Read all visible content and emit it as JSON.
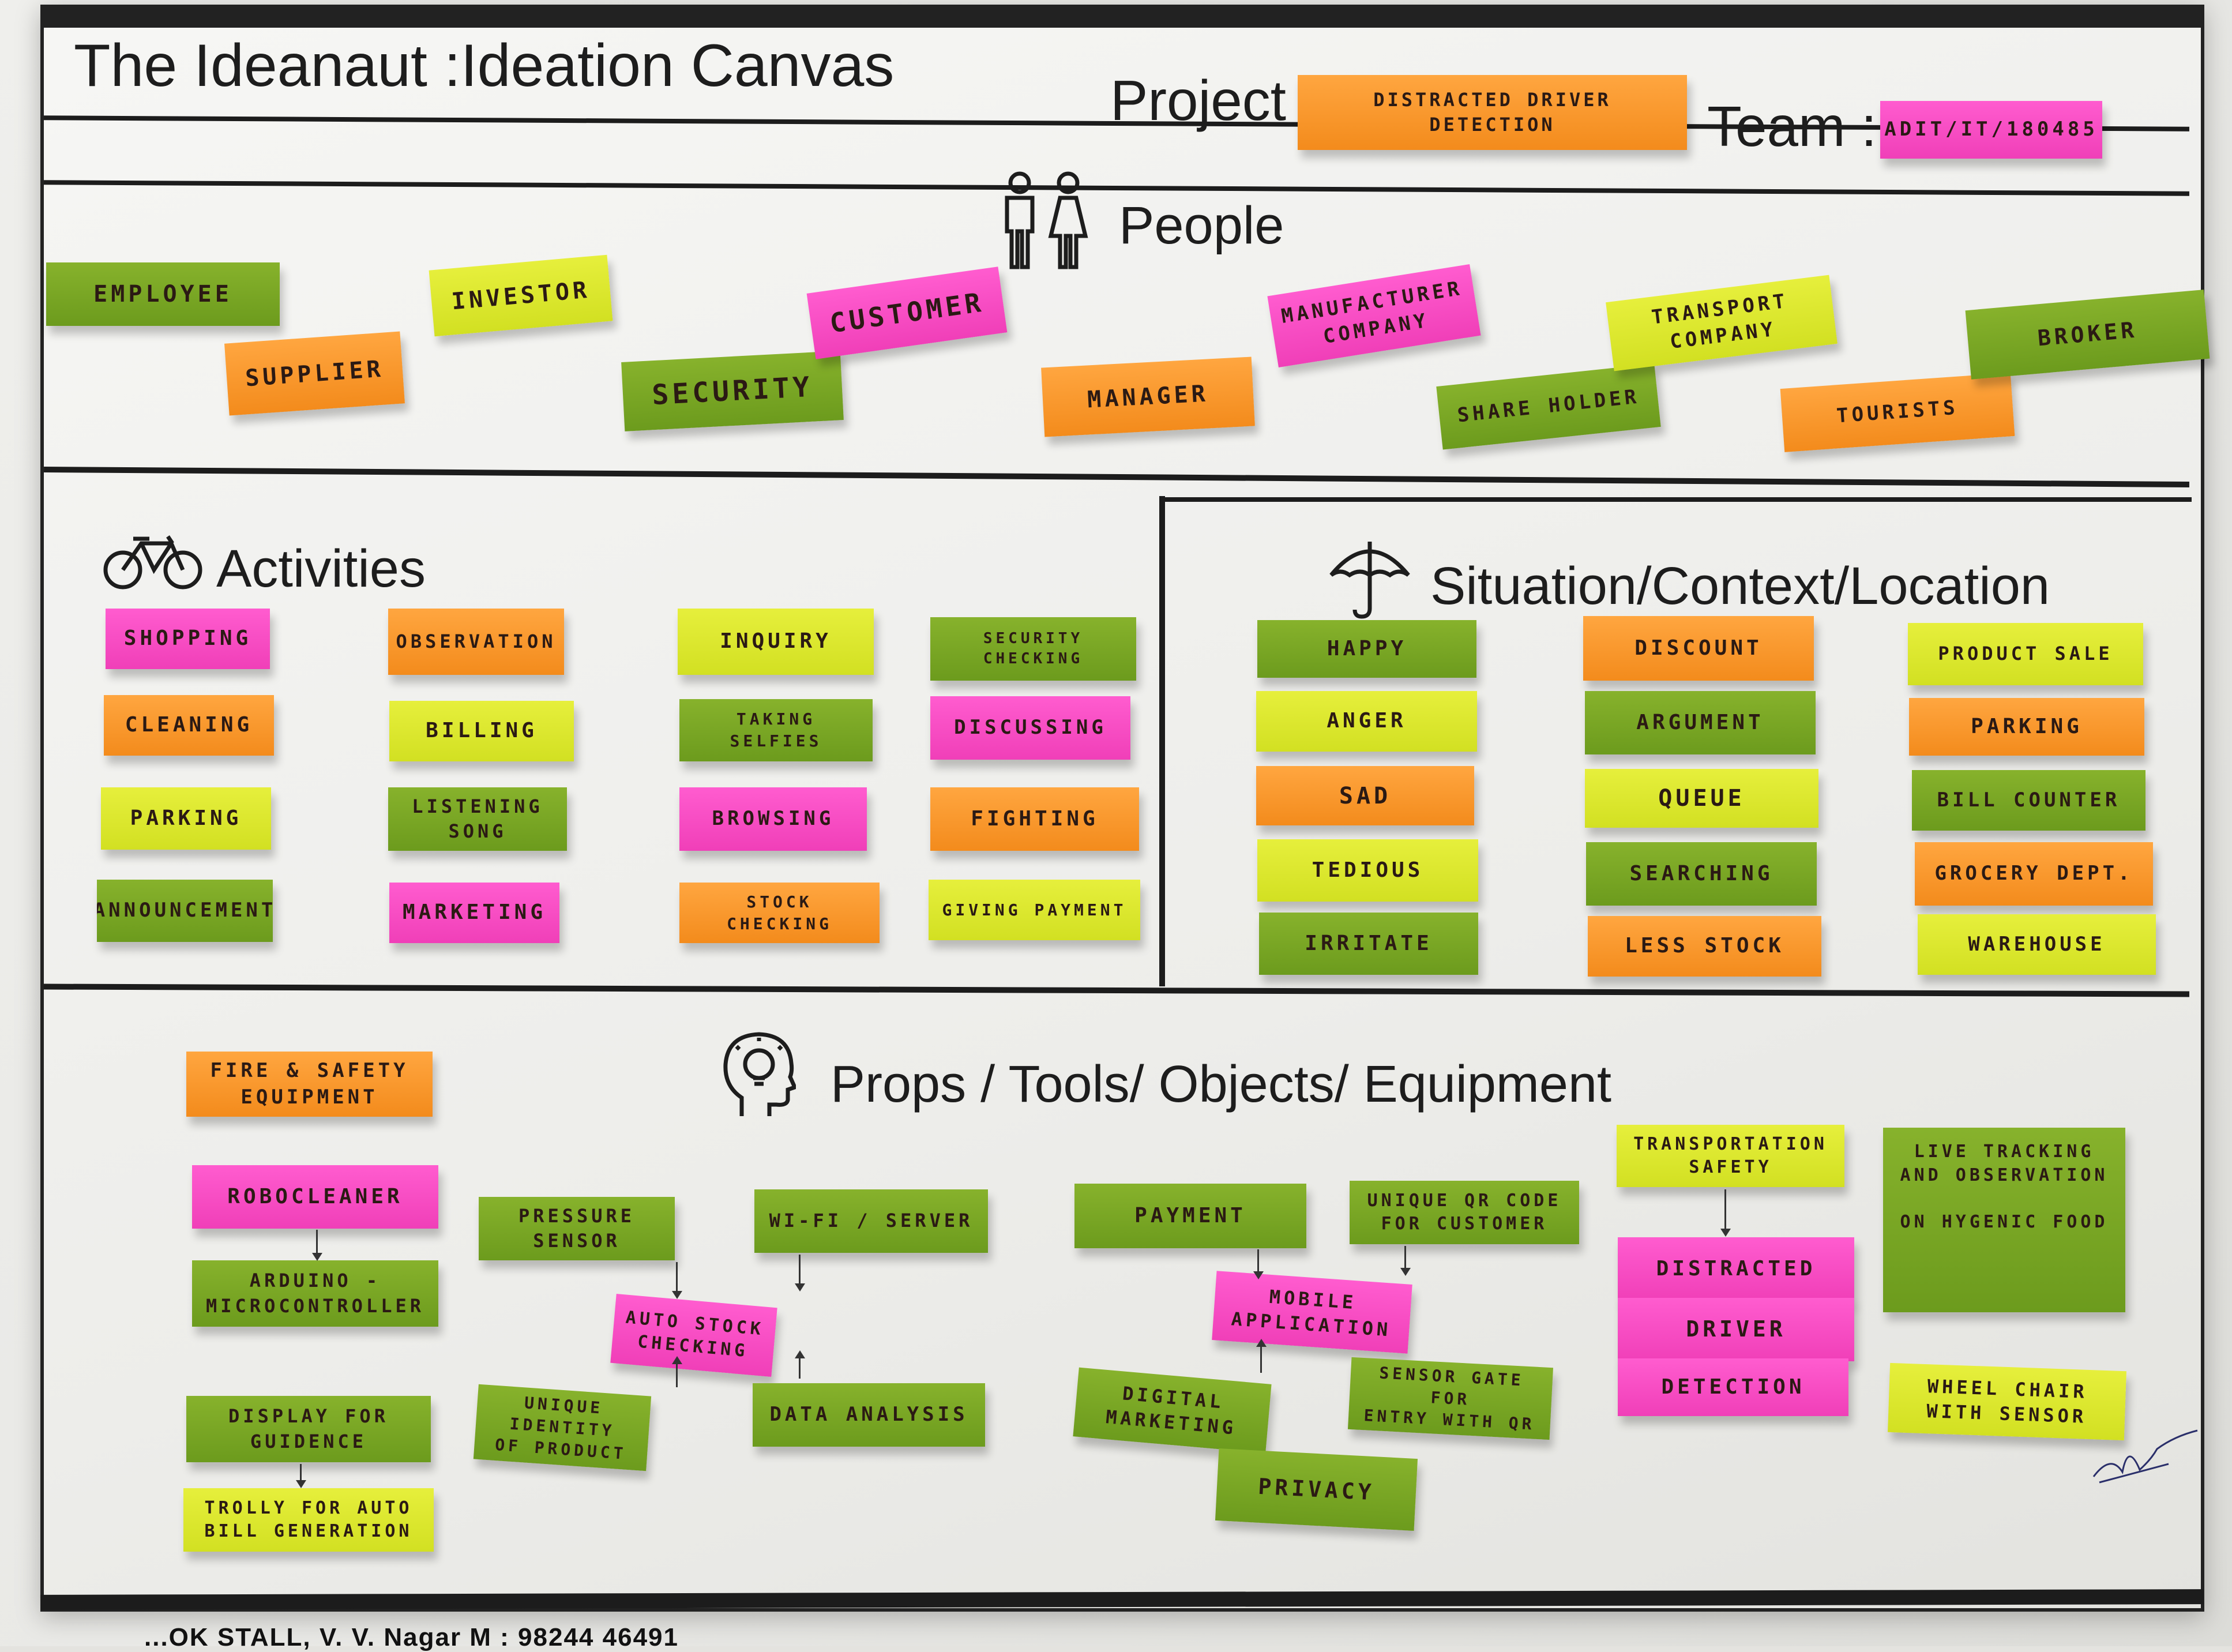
{
  "header": {
    "title": "The Ideanaut :Ideation Canvas",
    "project_label": "Project",
    "project_value": "DISTRACTED   DRIVER DETECTION",
    "team_label": "Team :",
    "team_value": "ADIT/IT/180485"
  },
  "people": {
    "title": "People",
    "icon": "people-icon",
    "notes": [
      "EMPLOYEE",
      "SUPPLIER",
      "INVESTOR",
      "SECURITY",
      "CUSTOMER",
      "MANAGER",
      "MANUFACTURER\nCOMPANY",
      "SHARE   HOLDER",
      "TRANSPORT\nCOMPANY",
      "TOURISTS",
      "BROKER"
    ]
  },
  "activities": {
    "title": "Activities",
    "icon": "bicycle-icon",
    "notes": [
      "SHOPPING",
      "CLEANING",
      "PARKING",
      "ANNOUNCEMENT",
      "OBSERVATION",
      "BILLING",
      "LISTENING SONG",
      "MARKETING",
      "INQUIRY",
      "TAKING SELFIES",
      "BROWSING",
      "STOCK CHECKING",
      "SECURITY CHECKING",
      "DISCUSSING",
      "FIGHTING",
      "GIVING PAYMENT"
    ]
  },
  "situation": {
    "title": "Situation/Context/Location",
    "icon": "umbrella-icon",
    "notes": [
      "HAPPY",
      "ANGER",
      "SAD",
      "TEDIOUS",
      "IRRITATE",
      "DISCOUNT",
      "ARGUMENT",
      "QUEUE",
      "SEARCHING",
      "LESS  STOCK",
      "PRODUCT  SALE",
      "PARKING",
      "BILL COUNTER",
      "GROCERY  DEPT.",
      "WAREHOUSE"
    ]
  },
  "props": {
    "title": "Props  /  Tools/  Objects/  Equipment",
    "icon": "head-lightbulb-icon",
    "notes": [
      "FIRE & SAFETY\nEQUIPMENT",
      "ROBOCLEANER",
      "ARDUINO -\nMICROCONTROLLER",
      "DISPLAY  FOR\nGUIDENCE",
      "TROLLY  FOR AUTO\nBILL  GENERATION",
      "PRESSURE SENSOR",
      "AUTO  STOCK\nCHECKING",
      "UNIQUE IDENTITY\nOF  PRODUCT",
      "WI-FI / SERVER",
      "DATA  ANALYSIS",
      "PAYMENT",
      "MOBILE\nAPPLICATION",
      "DIGITAL\nMARKETING",
      "PRIVACY",
      "UNIQUE  QR CODE\nFOR  CUSTOMER",
      "SENSOR  GATE FOR\nENTRY  WITH QR",
      "TRANSPORTATION\nSAFETY",
      "DISTRACTED",
      "DRIVER",
      "DETECTION",
      "LIVE  TRACKING\nAND  OBSERVATION\n\nON HYGENIC FOOD",
      "WHEEL  CHAIR\nWITH  SENSOR"
    ]
  },
  "footer": {
    "text": "...OK STALL, V. V. Nagar M : 98244 46491"
  },
  "colors": {
    "green": "#7aa824",
    "orange": "#f9982e",
    "pink": "#f74cc3",
    "lime": "#dce62e",
    "frame": "#1c1c1c"
  }
}
